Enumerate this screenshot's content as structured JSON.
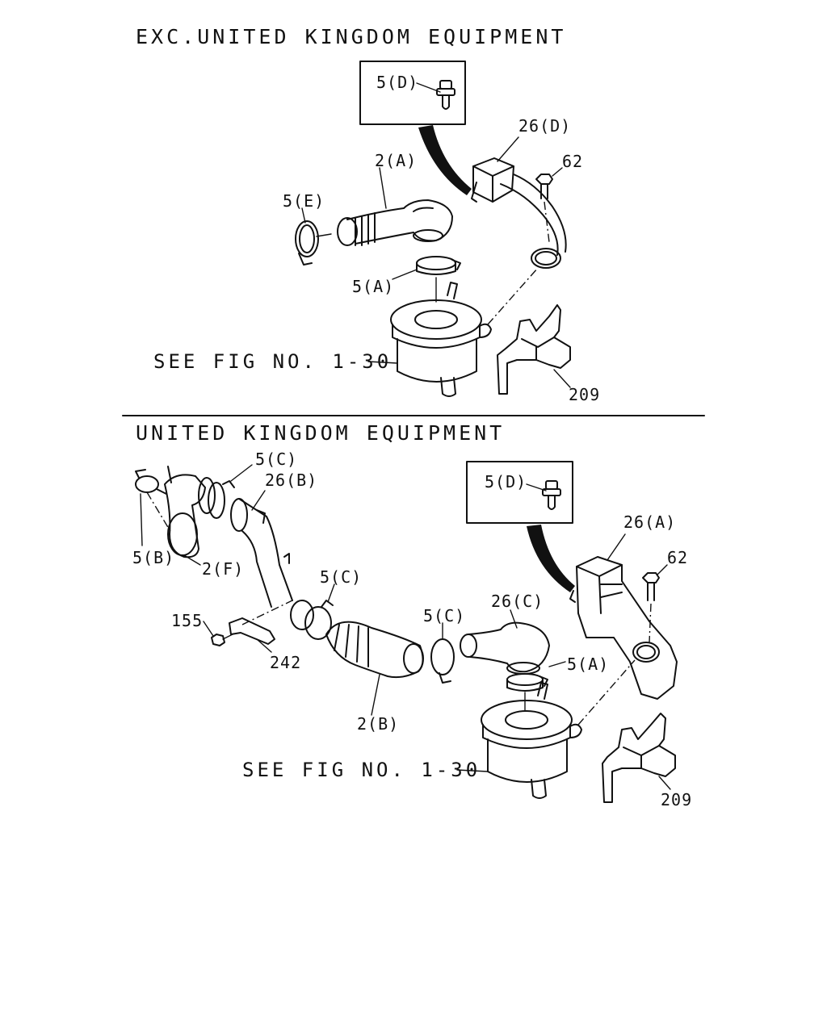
{
  "sections": {
    "top": {
      "title": "EXC.UNITED KINGDOM EQUIPMENT",
      "inset_label": "5(D)",
      "see_fig": "SEE FIG NO. 1-30",
      "callouts": {
        "c26d": "26(D)",
        "c62": "62",
        "c2a": "2(A)",
        "c5e": "5(E)",
        "c5a": "5(A)",
        "c209": "209"
      }
    },
    "bottom": {
      "title": "UNITED KINGDOM EQUIPMENT",
      "inset_label": "5(D)",
      "see_fig": "SEE FIG NO. 1-30",
      "callouts": {
        "c5c_1": "5(C)",
        "c26b": "26(B)",
        "c5b": "5(B)",
        "c2f": "2(F)",
        "c26a": "26(A)",
        "c62": "62",
        "c5c_2": "5(C)",
        "c26c": "26(C)",
        "c5c_3": "5(C)",
        "c155": "155",
        "c242": "242",
        "c5a": "5(A)",
        "c2b": "2(B)",
        "c209": "209"
      }
    }
  }
}
